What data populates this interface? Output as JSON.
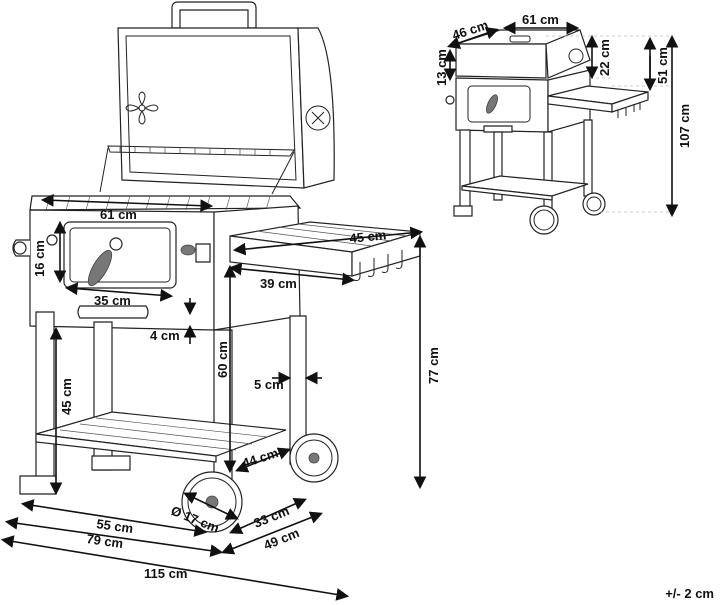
{
  "dimensions": {
    "grill_width": "61 cm",
    "door_height": "16 cm",
    "door_width": "35 cm",
    "gap_below_door": "4 cm",
    "side_shelf_width": "45 cm",
    "side_shelf_depth": "39 cm",
    "base_height": "45 cm",
    "body_height": "60 cm",
    "shelf_thickness": "5 cm",
    "shelf_height": "77 cm",
    "lower_shelf": "44 cm",
    "wheel_diameter": "Ø 17 cm",
    "width_55": "55 cm",
    "width_79": "79 cm",
    "depth_33": "33 cm",
    "depth_49": "49 cm",
    "total_width": "115 cm"
  },
  "small_view": {
    "depth": "46 cm",
    "width": "61 cm",
    "lid_height_13": "13 cm",
    "lid_height_22": "22 cm",
    "height_51": "51 cm",
    "total_height": "107 cm"
  },
  "tolerance": "+/- 2 cm"
}
